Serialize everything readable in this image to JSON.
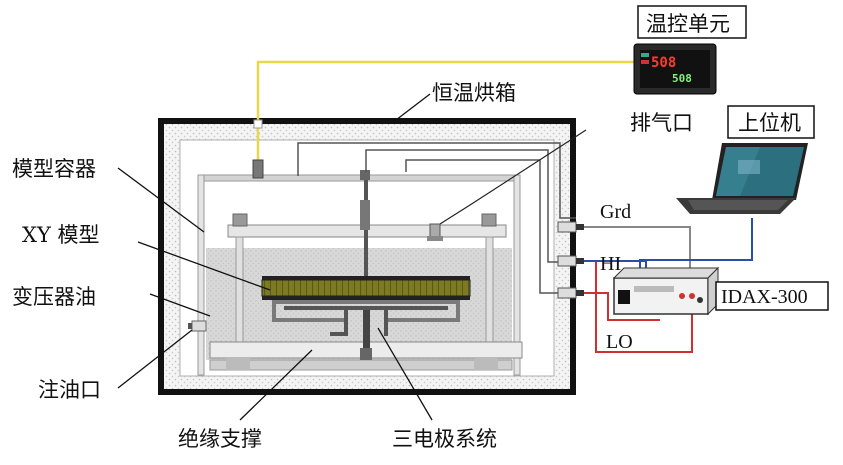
{
  "labels": {
    "temp_control_unit": "温控单元",
    "oven": "恒温烘箱",
    "exhaust_port": "排气口",
    "host_computer": "上位机",
    "model_container": "模型容器",
    "xy_model": "XY 模型",
    "transformer_oil": "变压器油",
    "oil_inlet": "注油口",
    "insulation_support": "绝缘支撑",
    "three_electrode_system": "三电极系统",
    "grd": "Grd",
    "hi": "HI",
    "lo": "LO",
    "idax": "IDAX-300"
  },
  "controller_display": {
    "top_value": "508",
    "bottom_value": "508"
  },
  "colors": {
    "wire_yellow": "#e8d84a",
    "wire_red": "#d03030",
    "wire_blue": "#2a4fa8",
    "oil": "#dcdcdc",
    "electrode_olive": "#6b6b1e",
    "electrode_gray": "#7a7a7a",
    "wall_dark": "#111111"
  }
}
